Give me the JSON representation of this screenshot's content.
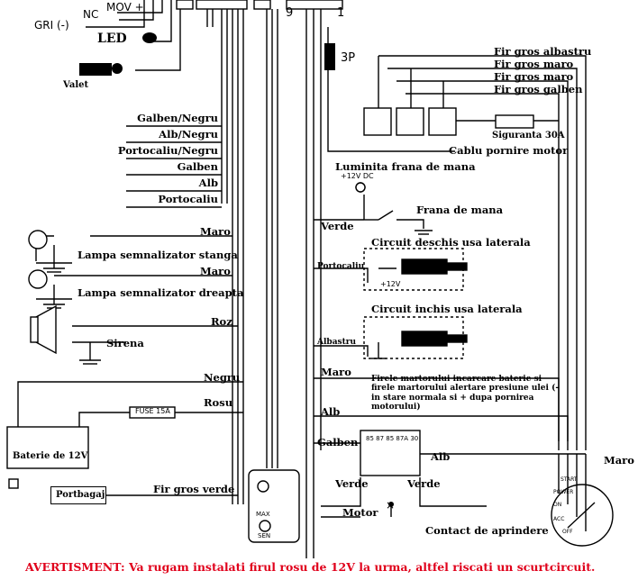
{
  "top": {
    "mov": "MOV +",
    "nc": "NC",
    "gri": "GRI (-)",
    "led": "LED",
    "valet": "Valet",
    "pin9": "9",
    "pin1": "1",
    "p3": "3P"
  },
  "wires": [
    "Galben/Negru",
    "Alb/Negru",
    "Portocaliu/Negru",
    "Galben",
    "Alb",
    "Portocaliu"
  ],
  "left": {
    "maro": "Maro",
    "lamp_left": "Lampa semnalizator stanga",
    "lamp_right": "Lampa semnalizator dreapta",
    "roz": "Roz",
    "siren": "Sirena",
    "negru": "Negru",
    "rosu": "Rosu",
    "fuse": "FUSE 15A",
    "battery": "Baterie de 12V",
    "fir_verde": "Fir gros verde",
    "trunk": "Portbagaj",
    "max": "MAX",
    "sen": "SEN"
  },
  "right": {
    "fir_albastru": "Fir gros albastru",
    "fir_maro": "Fir gros maro",
    "fir_galben": "Fir gros galben",
    "fuse30": "Siguranta 30A",
    "starter": "Cablu pornire motor",
    "brake_light": "Luminita frana de mana",
    "v12dc": "+12V DC",
    "brake": "Frana de mana",
    "verde": "Verde",
    "door_open": "Circuit deschis usa laterala",
    "portocaliu": "Portocaliu",
    "v12": "+12V",
    "door_closed": "Circuit inchis usa laterala",
    "albastru": "Albastru",
    "maro": "Maro",
    "note": "Firele martorului incarcare baterie si firele martorului alertare presiune ulei (-in stare normala si + dupa pornirea motorului)",
    "alb": "Alb",
    "galben": "Galben",
    "relay_pins": "85 87 85 87A 30",
    "motor": "Motor",
    "ignition": "Contact de aprindere",
    "start": "START",
    "power": "POWER",
    "on": "ON",
    "acc": "ACC",
    "off": "OFF"
  },
  "warning": "AVERTISMENT: Va rugam instalati firul rosu de 12V la urma, altfel riscati un scurtcircuit."
}
